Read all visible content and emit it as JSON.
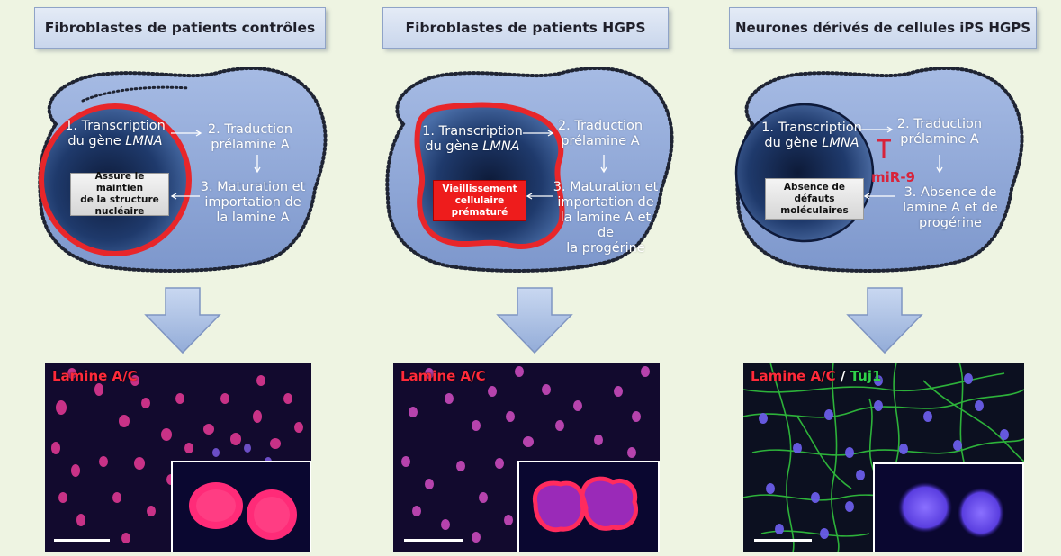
{
  "panels": [
    {
      "title": "Fibroblastes de patients contrôles",
      "step1_line1": "1. Transcription",
      "step1_line2_prefix": "du gène ",
      "step1_gene": "LMNA",
      "step2": "2. Traduction\nprélamine A",
      "step3": "3. Maturation et\nimportation de\nla lamine A",
      "box_label": "Assure le maintien\nde la structure\nnucléaire",
      "micro_label": "Lamine A/C"
    },
    {
      "title": "Fibroblastes de patients HGPS",
      "step1_line1": "1. Transcription",
      "step1_line2_prefix": "du gène ",
      "step1_gene": "LMNA",
      "step2": "2. Traduction\nprélamine A",
      "step3": "3. Maturation et\nimportation de\nla lamine A et de\nla progérine",
      "box_label": "Vieillissement\ncellulaire\nprématuré",
      "micro_label": "Lamine A/C"
    },
    {
      "title": "Neurones dérivés de cellules iPS HGPS",
      "step1_line1": "1. Transcription",
      "step1_line2_prefix": "du gène ",
      "step1_gene": "LMNA",
      "step2": "2. Traduction\nprélamine A",
      "step3": "3. Absence de\nlamine A et de\nprogérine",
      "box_label": "Absence de défauts\nmoléculaires",
      "mir_label": "miR-9",
      "micro_label_a": "Lamine A/C",
      "micro_sep": " / ",
      "micro_label_b": "Tuj1"
    }
  ],
  "colors": {
    "cell_fill": "#8ea6d8",
    "nucleus_dark": "#16284e",
    "nucleus_mid": "#3d5f96",
    "lamina_red": "#e8262a",
    "membrane_dots": "#1f2433",
    "nuclei_pink": "#e0409a",
    "nuclei_blue": "#7055e0",
    "neurite_green": "#31c43d",
    "mir_red": "#d8233a"
  }
}
